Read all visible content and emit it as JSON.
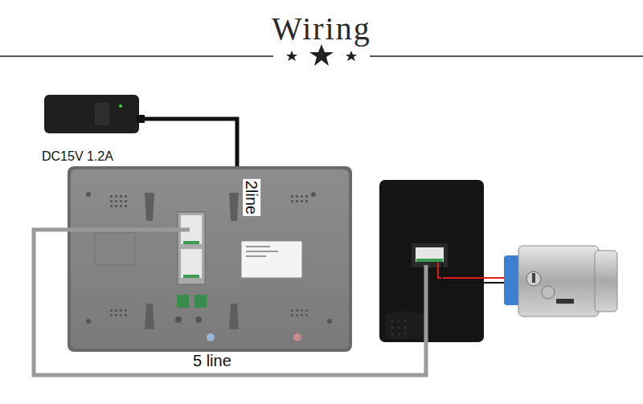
{
  "diagram": {
    "title": "Wiring",
    "nodes": [
      {
        "text": [
          "DC15V 1.2A"
        ]
      }
    ],
    "labels": [
      "2line",
      "5 line"
    ]
  }
}
